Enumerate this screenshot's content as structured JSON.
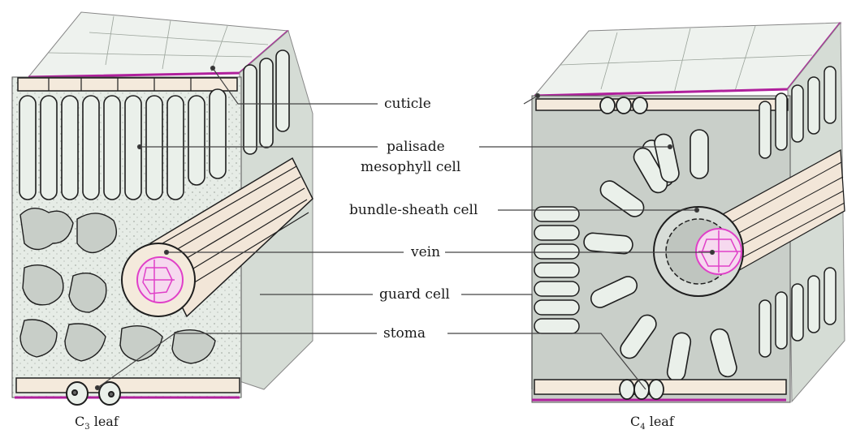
{
  "labels": {
    "cuticle": "cuticle",
    "palisade_line1": "palisade",
    "palisade_line2": "mesophyll cell",
    "bundle_sheath": "bundle-sheath cell",
    "vein": "vein",
    "guard_cell": "guard cell",
    "stoma": "stoma"
  },
  "captions": {
    "c3_prefix": "C",
    "c3_sub": "3",
    "c3_suffix": " leaf",
    "c4_prefix": "C",
    "c4_sub": "4",
    "c4_suffix": " leaf"
  },
  "colors": {
    "cuticle": "#b0209c",
    "vascular": "#e040c8",
    "cell_fill": "#e8efe8",
    "tissue_gray": "#c9cfc9",
    "sheath_fill": "#f2e6d8",
    "outline": "#1e1e1e"
  }
}
